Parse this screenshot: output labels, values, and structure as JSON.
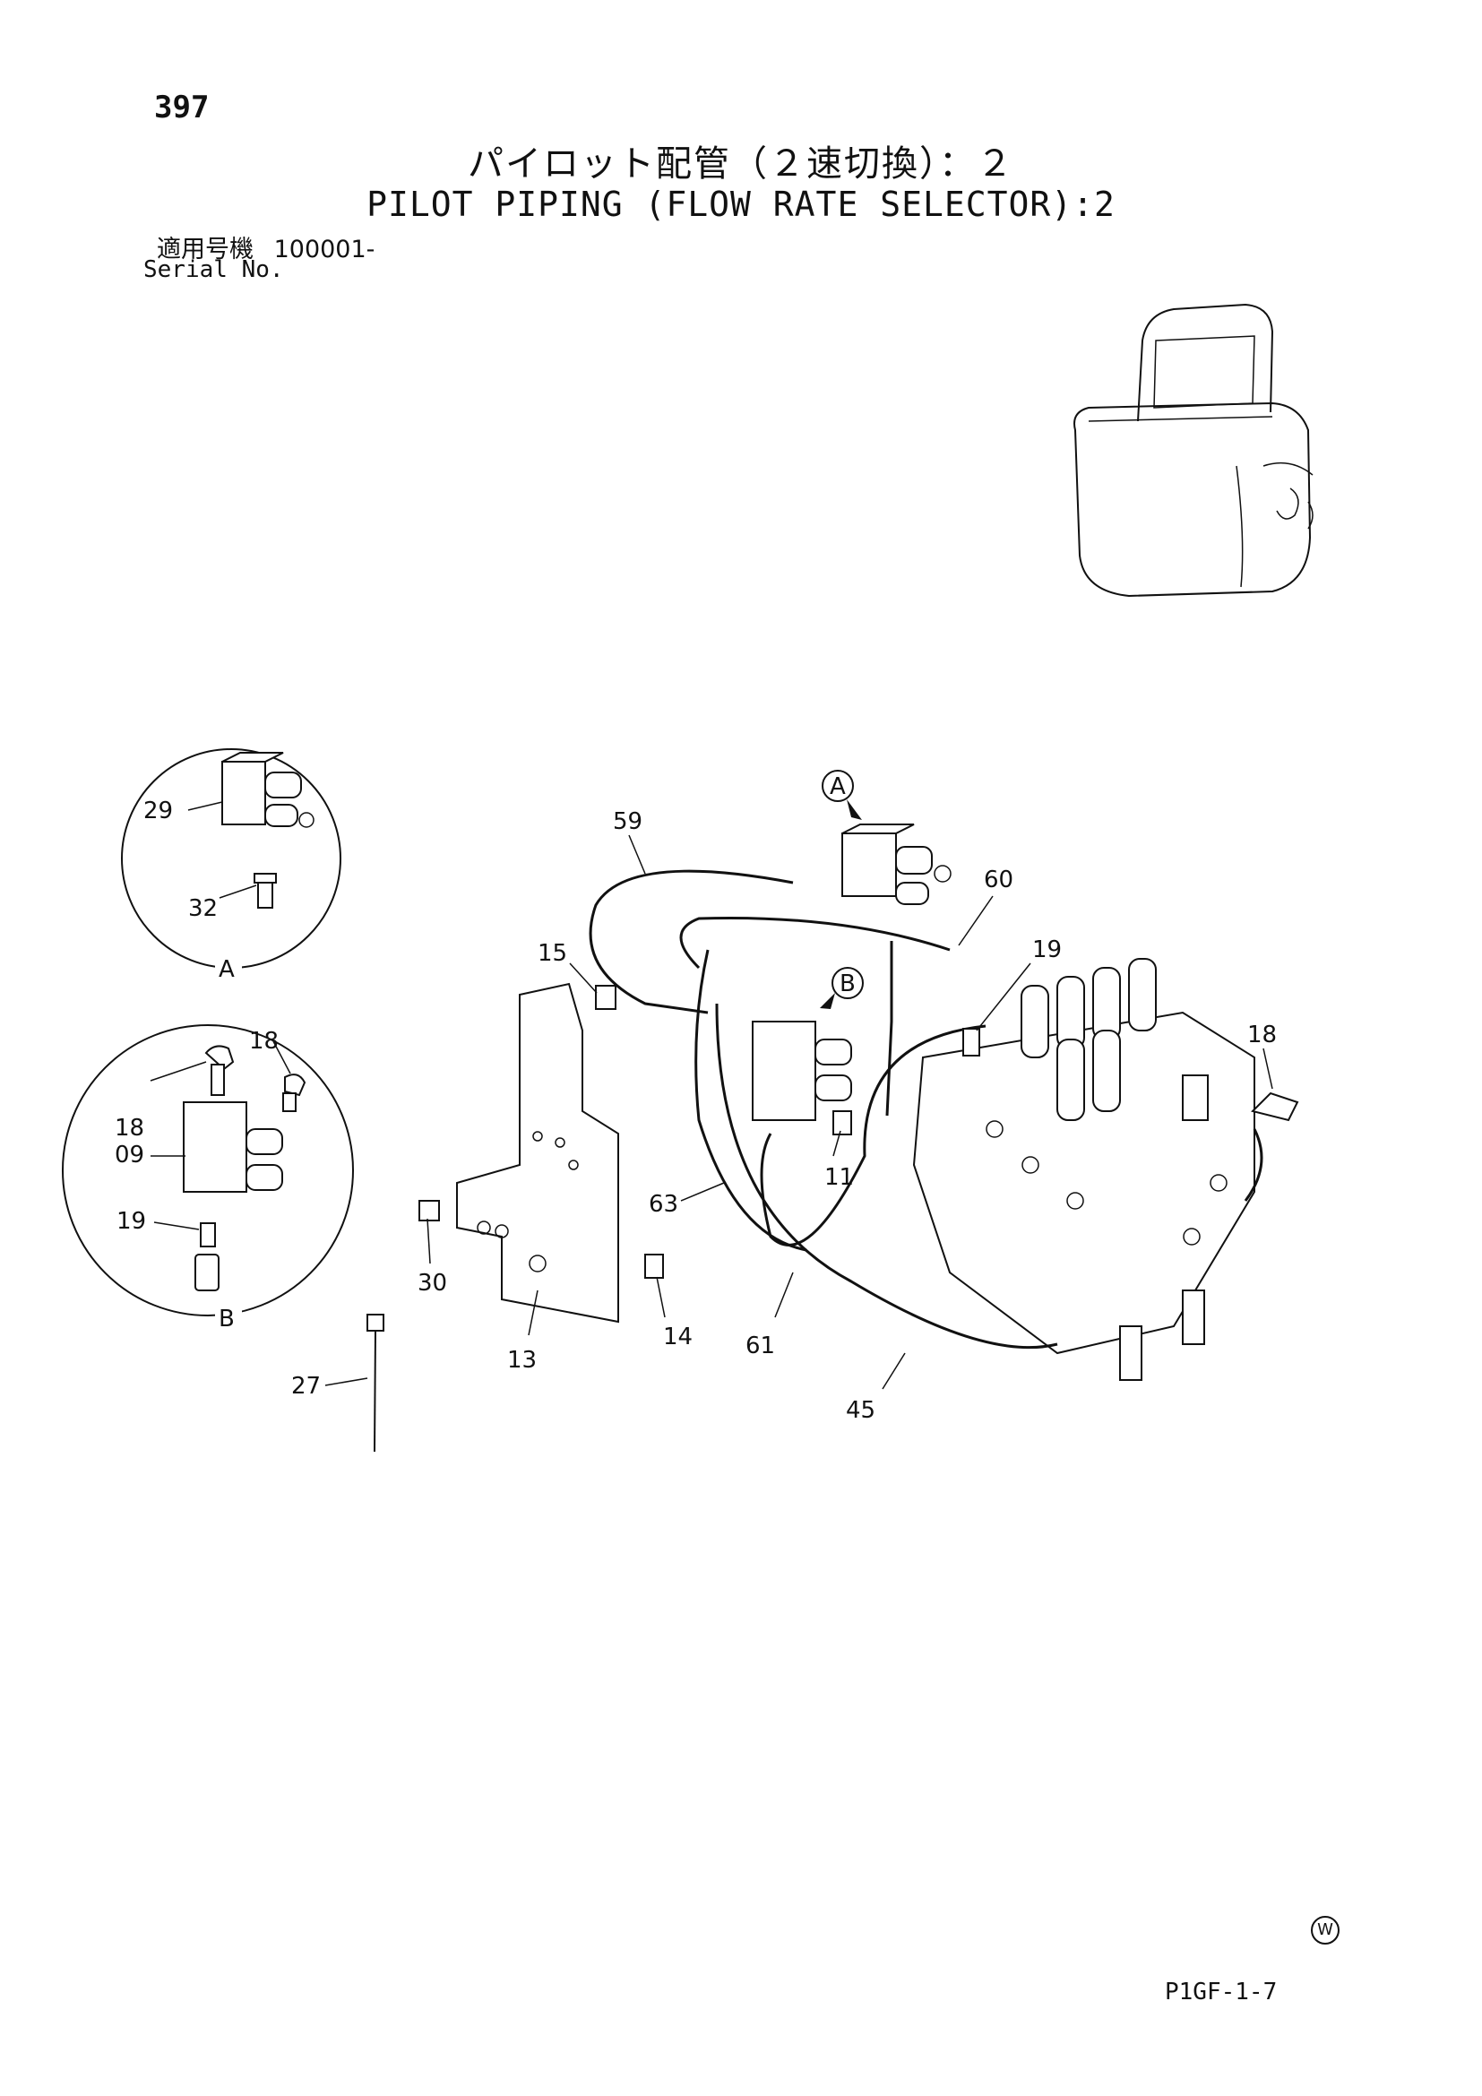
{
  "header": {
    "page_number": "397",
    "title_jp": "パイロット配管（２速切換）：２",
    "title_en": "PILOT PIPING (FLOW RATE SELECTOR):2",
    "serial_label_jp": "適用号機",
    "serial_value": "100001-",
    "serial_label_en": "Serial No."
  },
  "detail_views": {
    "A": {
      "label": "A",
      "callouts": [
        "29",
        "32"
      ]
    },
    "B": {
      "label": "B",
      "callouts": [
        "18",
        "18",
        "09",
        "19"
      ]
    }
  },
  "view_markers": [
    "A",
    "B"
  ],
  "callouts": {
    "c59": "59",
    "c60": "60",
    "c19": "19",
    "c15": "15",
    "c18": "18",
    "c63": "63",
    "c11": "11",
    "c30": "30",
    "c14": "14",
    "c13": "13",
    "c61": "61",
    "c45": "45",
    "c27": "27"
  },
  "footer": {
    "mark": "W",
    "page_code": "P1GF-1-7"
  }
}
